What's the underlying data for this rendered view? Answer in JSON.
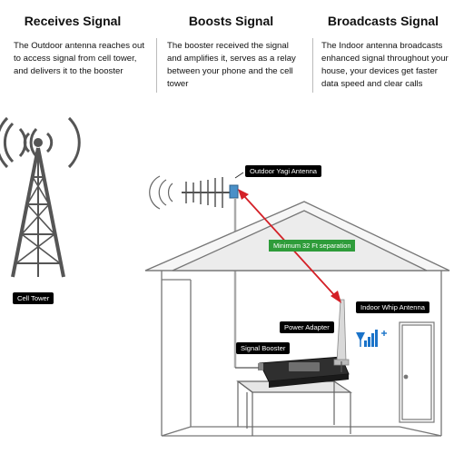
{
  "columns": [
    {
      "title": "Receives Signal",
      "text": "The Outdoor antenna reaches out to access signal from cell tower, and delivers it to the booster"
    },
    {
      "title": "Boosts Signal",
      "text": "The booster received the signal and amplifies it, serves as a relay between your phone and the cell tower"
    },
    {
      "title": "Broadcasts Signal",
      "text": "The Indoor antenna broadcasts enhanced signal throughout your house, your devices get faster data speed and clear calls"
    }
  ],
  "labels": {
    "outdoor_antenna": "Outdoor Yagi Antenna",
    "separation": "Minimum 32 Ft separation",
    "indoor_antenna": "Indoor Whip Antenna",
    "power_adapter": "Power Adapter",
    "signal_booster": "Signal Booster",
    "cell_tower": "Cell Tower"
  },
  "colors": {
    "separation_arrow": "#d42027",
    "separation_label": "#2e9c3a",
    "house_line": "#777777",
    "signal_icon": "#1a73c9"
  }
}
